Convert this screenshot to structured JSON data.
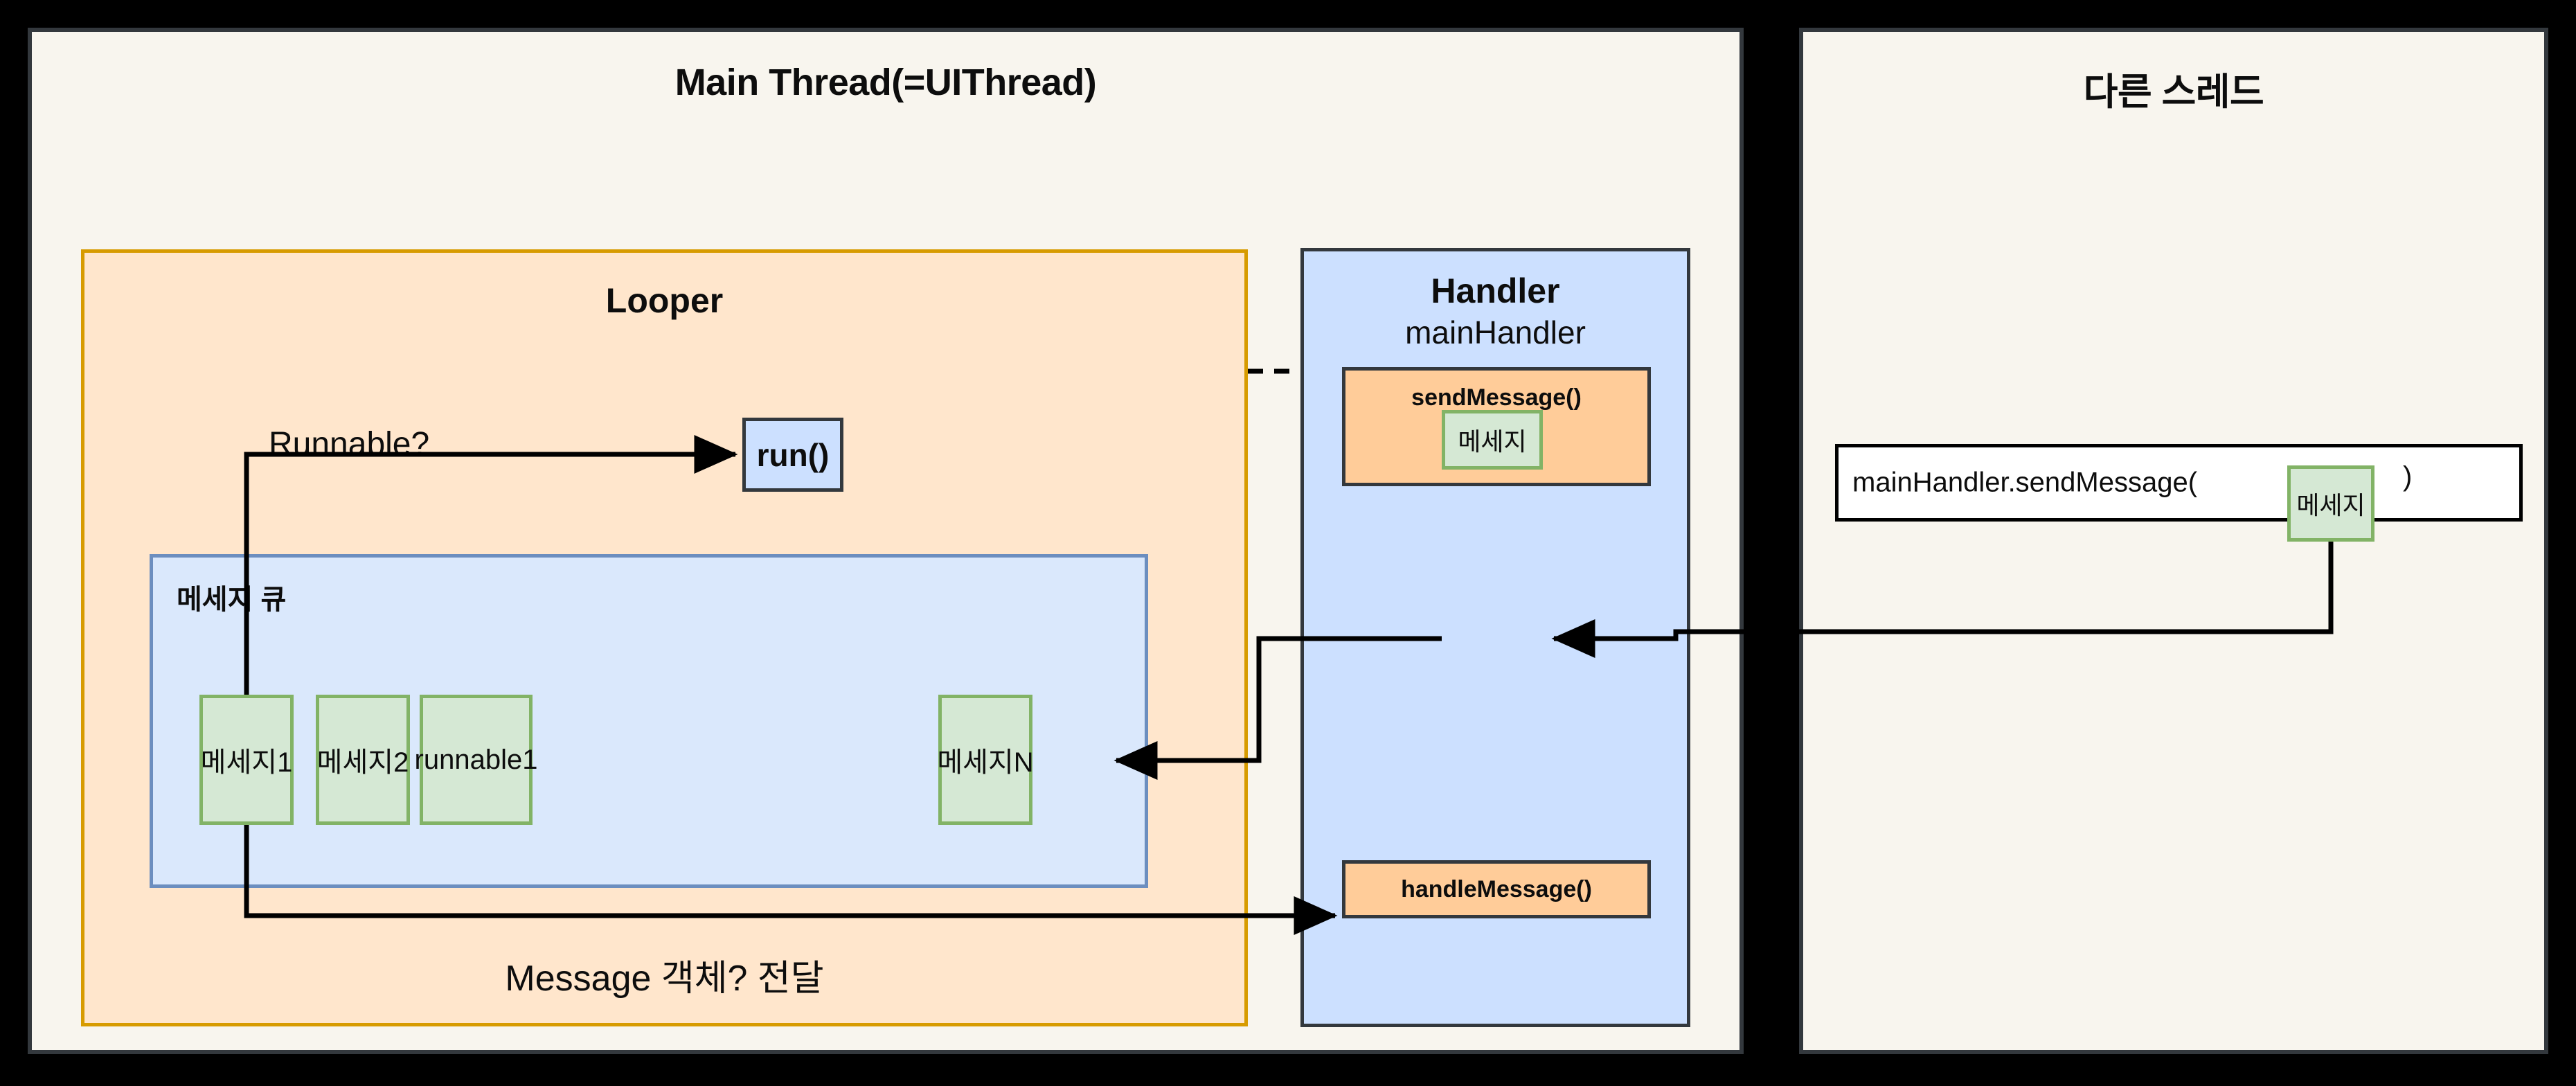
{
  "panels": {
    "main": {
      "title": "Main Thread(=UIThread)"
    },
    "other": {
      "title": "다른 스레드"
    }
  },
  "looper": {
    "title": "Looper",
    "runnable_label": "Runnable?",
    "delivery_label": "Message 객체? 전달",
    "run_box": "run()",
    "message_queue": {
      "label": "메세지 큐",
      "items": [
        {
          "text": "메세지1"
        },
        {
          "text": "메세지2"
        },
        {
          "text": "runnable1"
        },
        {
          "text": "메세지N"
        }
      ]
    }
  },
  "handler": {
    "title": "Handler",
    "instance": "mainHandler",
    "send_message": {
      "label": "sendMessage()",
      "payload": "메세지"
    },
    "handle_message": {
      "label": "handleMessage()"
    }
  },
  "other_thread": {
    "code_prefix": "mainHandler.sendMessage(",
    "code_payload": "메세지",
    "code_suffix": ")"
  },
  "colors": {
    "page_background": "#000000",
    "panel_background": "#f8f5ee",
    "panel_border": "#33383d",
    "looper_fill": "#ffe6cc",
    "looper_border": "#d79b00",
    "queue_fill": "#dae8fc",
    "queue_border": "#6c8ebf",
    "message_fill": "#d5e8d4",
    "message_border": "#82b366",
    "handler_fill": "#cce0ff",
    "method_fill": "#ffcc99",
    "code_fill": "#ffffff",
    "wire": "#000000"
  }
}
